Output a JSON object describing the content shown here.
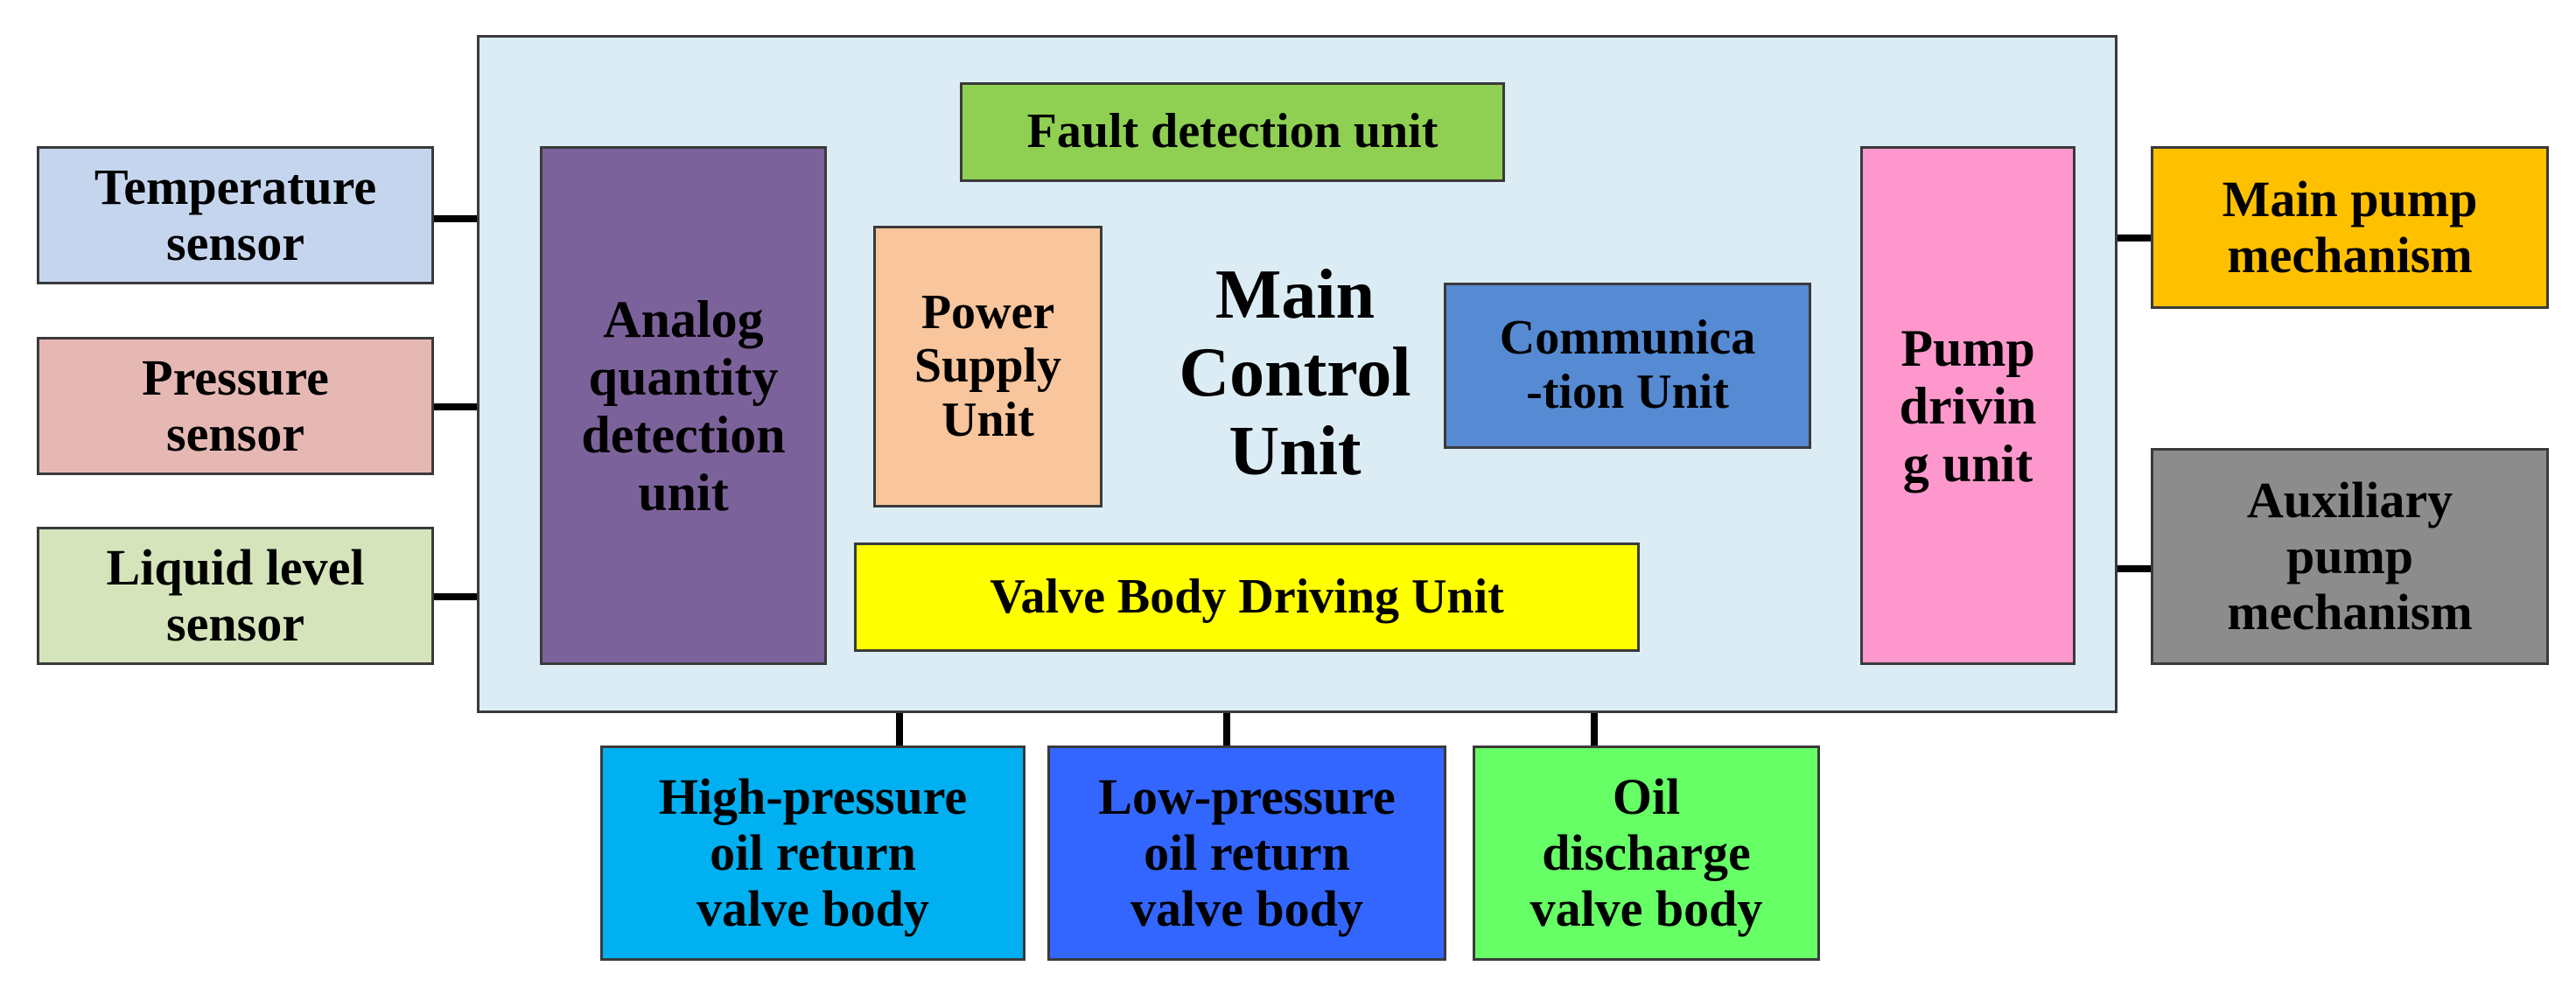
{
  "colors": {
    "main_control_bg": "#dbecf4",
    "temperature_sensor": "#c5d5ee",
    "pressure_sensor": "#e6b8b4",
    "liquid_level_sensor": "#d6e4bc",
    "analog_unit": "#7c629a",
    "fault_detection": "#8fd053",
    "power_supply": "#f8c59c",
    "communication": "#568ad2",
    "valve_body_driving": "#ffff00",
    "pump_driving": "#fe98cc",
    "main_pump": "#ffc000",
    "auxiliary_pump": "#8c8c8c",
    "high_pressure_valve": "#00b0f0",
    "low_pressure_valve": "#3366ff",
    "oil_discharge_valve": "#66ff66",
    "line": "#000000"
  },
  "sensors": {
    "temperature": "Temperature\nsensor",
    "pressure": "Pressure\nsensor",
    "liquid_level": "Liquid level\nsensor"
  },
  "main_control": {
    "label": "Main\nControl\nUnit",
    "analog": "Analog\nquantity\ndetection\nunit",
    "fault": "Fault detection unit",
    "power": "Power\nSupply\nUnit",
    "communication": "Communica\n-tion Unit",
    "valve_driving": "Valve Body Driving Unit",
    "pump_driving": "Pump\ndrivin\ng unit"
  },
  "pumps": {
    "main": "Main pump\nmechanism",
    "auxiliary": "Auxiliary\npump\nmechanism"
  },
  "valves": {
    "high_pressure": "High-pressure\noil return\nvalve body",
    "low_pressure": "Low-pressure\noil return\nvalve body",
    "oil_discharge": "Oil\ndischarge\nvalve body"
  }
}
